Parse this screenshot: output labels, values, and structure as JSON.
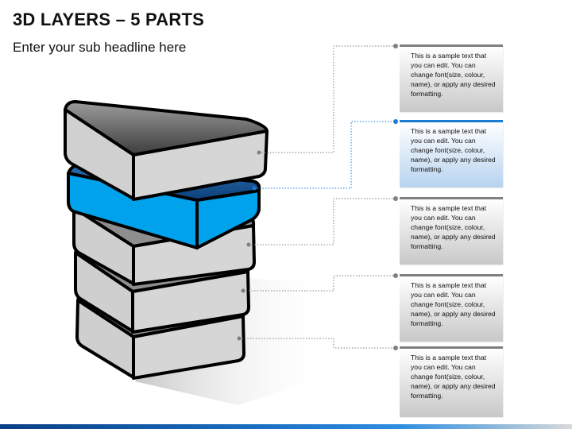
{
  "header": {
    "title": "3D LAYERS – 5 PARTS",
    "subtitle": "Enter your sub headline here"
  },
  "colors": {
    "highlight_layer": "#00a2ec",
    "highlight_connector": "#1a7bd0",
    "neutral_layer": "#d0d0d0",
    "connector": "#808080"
  },
  "callouts": [
    {
      "text": "This is a sample text that you can edit. You can change font(size, colour, name), or apply any desired formatting.",
      "highlighted": false
    },
    {
      "text": "This is a sample text that you can edit. You can change font(size, colour, name), or apply any desired formatting.",
      "highlighted": true
    },
    {
      "text": "This is a sample text that you can edit. You can change font(size, colour, name), or apply any desired formatting.",
      "highlighted": false
    },
    {
      "text": "This is a sample text that you can edit. You can change font(size, colour, name), or apply any desired formatting.",
      "highlighted": false
    },
    {
      "text": "This is a sample text that you can edit. You can change font(size, colour, name), or apply any desired formatting.",
      "highlighted": false
    }
  ]
}
